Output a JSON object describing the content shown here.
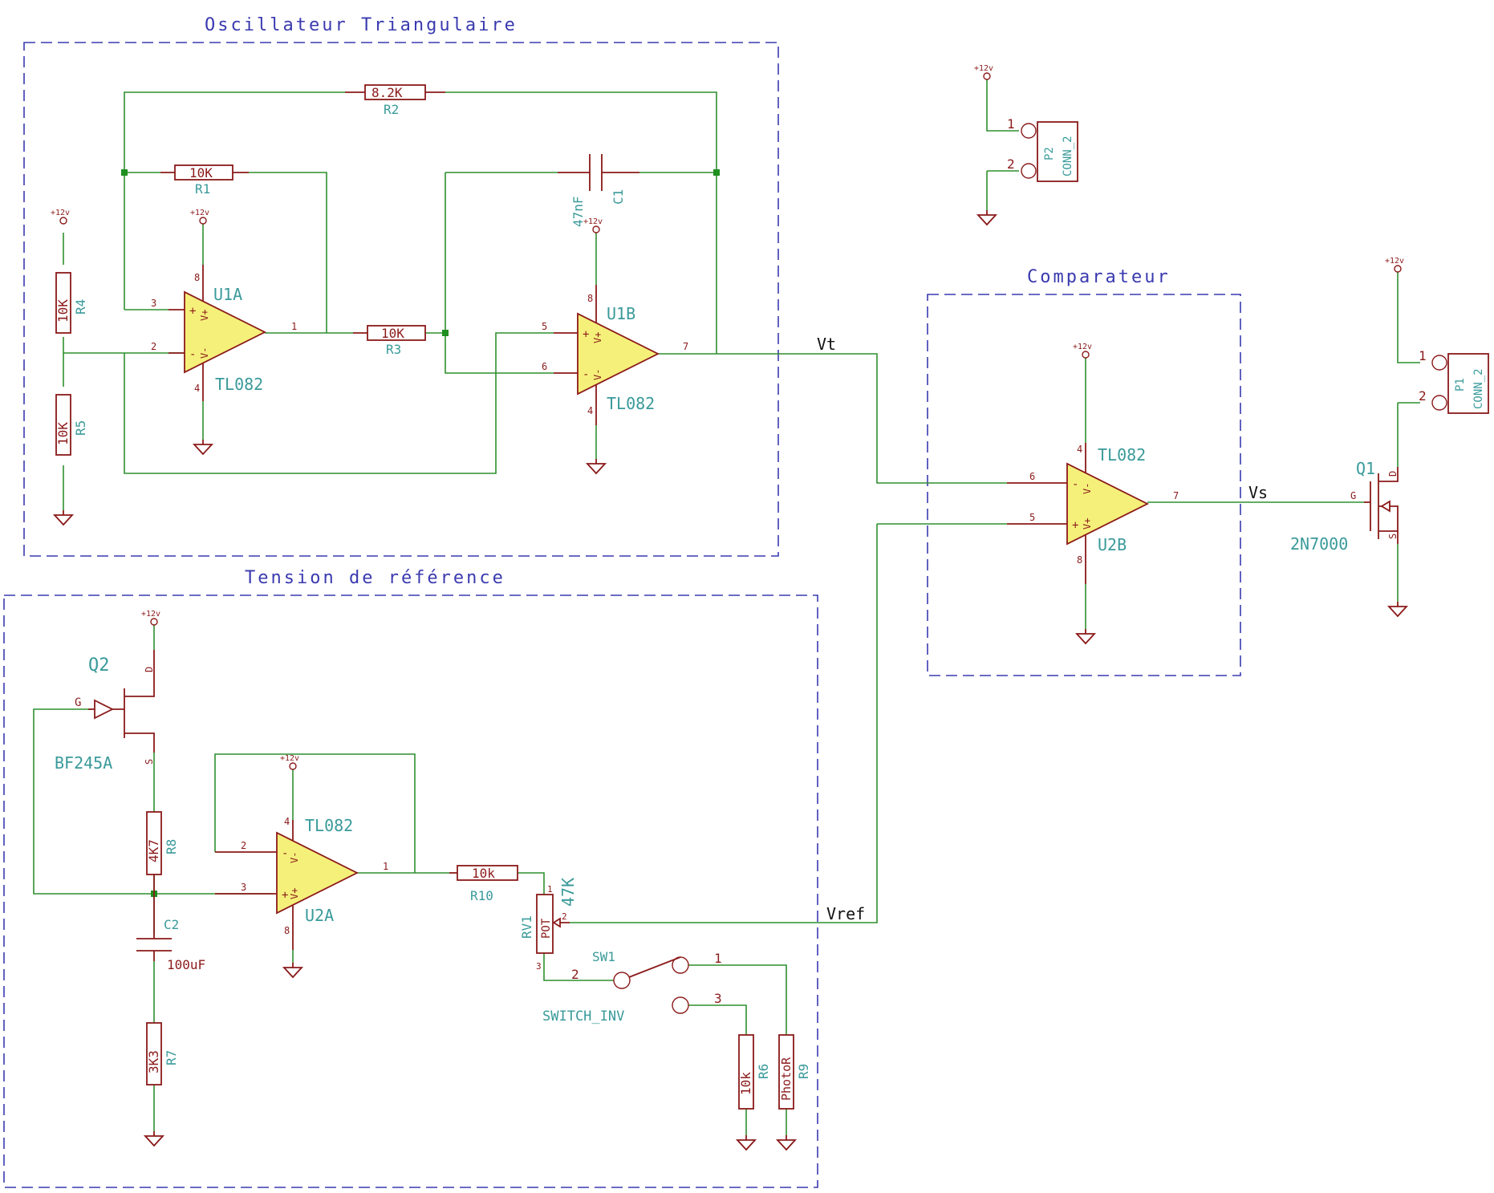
{
  "blocks": {
    "oscillator": "Oscillateur Triangulaire",
    "comparator": "Comparateur",
    "reference": "Tension de référence"
  },
  "power": "+12v",
  "nets": {
    "vt": "Vt",
    "vs": "Vs",
    "vref": "Vref"
  },
  "components": {
    "R1": {
      "ref": "R1",
      "value": "10K"
    },
    "R2": {
      "ref": "R2",
      "value": "8.2K"
    },
    "R3": {
      "ref": "R3",
      "value": "10K"
    },
    "R4": {
      "ref": "R4",
      "value": "10K"
    },
    "R5": {
      "ref": "R5",
      "value": "10K"
    },
    "R6": {
      "ref": "R6",
      "value": "10k"
    },
    "R7": {
      "ref": "R7",
      "value": "3K3"
    },
    "R8": {
      "ref": "R8",
      "value": "4K7"
    },
    "R9": {
      "ref": "R9",
      "value": "PhotoR"
    },
    "R10": {
      "ref": "R10",
      "value": "10k"
    },
    "C1": {
      "ref": "C1",
      "value": "47nF"
    },
    "C2": {
      "ref": "C2",
      "value": "100uF"
    },
    "U1A": {
      "ref": "U1A",
      "value": "TL082"
    },
    "U1B": {
      "ref": "U1B",
      "value": "TL082"
    },
    "U2A": {
      "ref": "U2A",
      "value": "TL082"
    },
    "U2B": {
      "ref": "U2B",
      "value": "TL082"
    },
    "Q1": {
      "ref": "Q1",
      "value": "2N7000"
    },
    "Q2": {
      "ref": "Q2",
      "value": "BF245A"
    },
    "RV1": {
      "ref": "RV1",
      "value": "47K",
      "body": "POT"
    },
    "SW1": {
      "ref": "SW1",
      "value": "SWITCH_INV"
    },
    "P1": {
      "ref": "P1",
      "value": "CONN_2"
    },
    "P2": {
      "ref": "P2",
      "value": "CONN_2"
    }
  },
  "pins": {
    "p1": "1",
    "p2": "2",
    "p3": "3",
    "p4": "4",
    "p5": "5",
    "p6": "6",
    "p7": "7",
    "p8": "8",
    "vplus": "V+",
    "vminus": "V-",
    "plus": "+",
    "minus": "-",
    "g": "G",
    "d": "D",
    "s": "S"
  }
}
